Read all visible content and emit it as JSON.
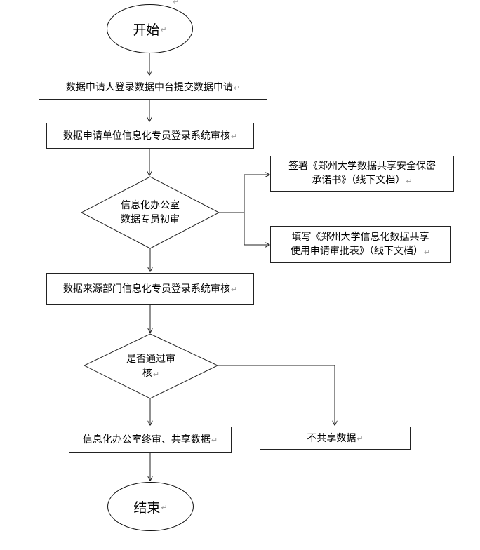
{
  "flowchart": {
    "start": "开始",
    "end": "结束",
    "para_mark": "↵",
    "steps": {
      "submit": "数据申请人登录数据中台提交数据申请",
      "unit_review": "数据申请单位信息化专员登录系统审核",
      "initial_review_line1": "信息化办公室",
      "initial_review_line2": "数据专员初审",
      "sign_line1": "签署《郑州大学数据共享安全保密",
      "sign_line2": "承诺书》（线下文档）",
      "fill_line1": "填写《郑州大学信息化数据共享",
      "fill_line2": "使用申请审批表》（线下文档）",
      "source_review": "数据来源部门信息化专员登录系统审核",
      "approved_line1": "是否通过审",
      "approved_line2": "核",
      "final_review": "信息化办公室终审、共享数据",
      "not_shared": "不共享数据"
    }
  }
}
